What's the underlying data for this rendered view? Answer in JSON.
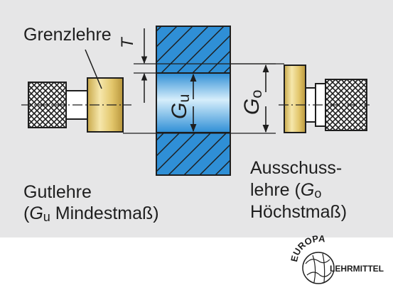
{
  "labels": {
    "grenzlehre": "Grenzlehre",
    "gutlehre_line1": "Gutlehre",
    "gutlehre_line2_prefix": "(",
    "gutlehre_line2_symbol": "G",
    "gutlehre_line2_sub": "u",
    "gutlehre_line2_text": " Mindestmaß)",
    "ausschuss_line1": "Ausschuss-",
    "ausschuss_line2_prefix": "lehre (",
    "ausschuss_line2_symbol": "G",
    "ausschuss_line2_sub": "o",
    "ausschuss_line3": "Höchstmaß)"
  },
  "dimensions": {
    "tolerance": "T",
    "gu_symbol": "G",
    "gu_sub": "u",
    "go_symbol": "G",
    "go_sub": "o"
  },
  "logo": {
    "arc_text": "EUROPA",
    "side_text": "LEHRMITTEL"
  },
  "colors": {
    "panel": "#e6e6e7",
    "workpiece_blue": "#2f8fd6",
    "bore_highlight": "#bfe3f8",
    "gauge_gold": "#e8cf7a",
    "ink": "#1e1e1e"
  }
}
